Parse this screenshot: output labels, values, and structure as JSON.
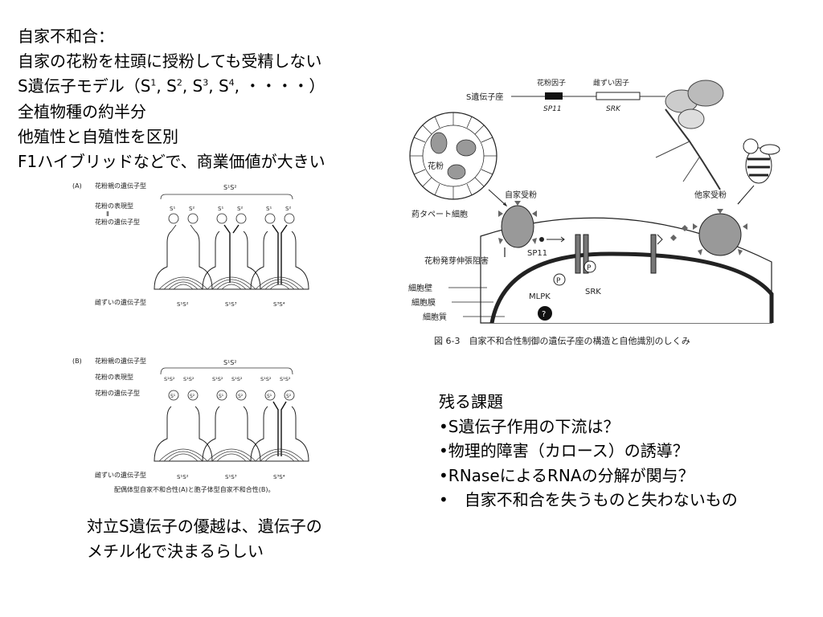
{
  "intro": {
    "line1": "自家不和合：",
    "line2": "自家の花粉を柱頭に授粉しても受精しない",
    "line3_prefix": "S遺伝子モデル（S",
    "line3_sups": [
      "1",
      "2",
      "3",
      "4"
    ],
    "line3_seps": [
      ", S",
      ", S",
      ", S",
      ", ・・・・）"
    ],
    "line4": "全植物種の約半分",
    "line5": "他殖性と自殖性を区別",
    "line6": "F1ハイブリッドなどで、商業価値が大きい"
  },
  "figA": {
    "panel": "(A)",
    "row_parent": "花粉親の遺伝子型",
    "row_pheno": "花粉の表現型",
    "row_pollen": "花粉の遺伝子型",
    "row_pistil": "雌ずいの遺伝子型",
    "parent_geno": "S¹S²",
    "pollen_labels": [
      "S¹",
      "S²",
      "S¹",
      "S²",
      "S¹",
      "S²"
    ],
    "pistil_genos": [
      "S¹S²",
      "S¹S³",
      "S³S⁴"
    ]
  },
  "figB": {
    "panel": "(B)",
    "row_parent": "花粉親の遺伝子型",
    "row_pheno": "花粉の表現型",
    "row_pollen": "花粉の遺伝子型",
    "row_pistil": "雌ずいの遺伝子型",
    "parent_geno": "S¹S²",
    "pheno_labels": [
      "S¹S²",
      "S¹S²",
      "S¹S²",
      "S¹S²",
      "S¹S²",
      "S¹S²"
    ],
    "pollen_labels": [
      "S¹",
      "S²",
      "S¹",
      "S²",
      "S¹",
      "S²"
    ],
    "pistil_genos": [
      "S¹S²",
      "S¹S³",
      "S³S⁴"
    ],
    "caption": "配偶体型自家不和合性(A)と胞子体型自家不和合性(B)。"
  },
  "figR": {
    "locus": "S遺伝子座",
    "pollen_factor": "花粉因子",
    "pistil_factor": "雌ずい因子",
    "sp11": "SP11",
    "srk": "SRK",
    "pollen": "花粉",
    "tapetum": "葯タペート細胞",
    "self_poll": "自家受粉",
    "cross_poll": "他家受粉",
    "inhibition": "花粉発芽伸張阻害",
    "sp11_b": "SP11",
    "srk_b": "SRK",
    "mlpk": "MLPK",
    "p": "P",
    "q": "?",
    "cell_wall": "細胞壁",
    "cell_mem": "細胞膜",
    "cytoplasm": "細胞質",
    "caption": "図 6-3　自家不和合性制御の遺伝子座の構造と自他識別のしくみ"
  },
  "remaining": {
    "title": "残る課題",
    "items": [
      "•S遺伝子作用の下流は？",
      "•物理的障害（カロース）の誘導？",
      "•RNaseによるRNAの分解が関与？",
      "•　自家不和合を失うものと失わないもの"
    ]
  },
  "note": {
    "line1": "対立S遺伝子の優越は、遺伝子の",
    "line2": "メチル化で決まるらしい"
  }
}
